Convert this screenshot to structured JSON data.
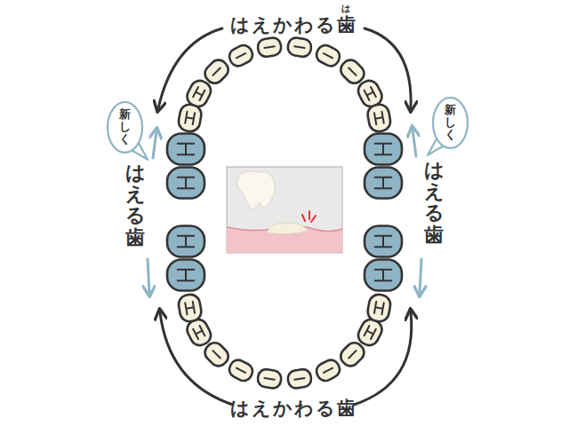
{
  "diagram": {
    "nodes": [
      {
        "text": [
          "新しく"
        ]
      },
      {
        "text": [
          "新しく"
        ]
      }
    ],
    "labels": [
      "はえかわる歯",
      "は",
      "はえる歯",
      "はえる歯",
      "はえかわる歯"
    ]
  }
}
